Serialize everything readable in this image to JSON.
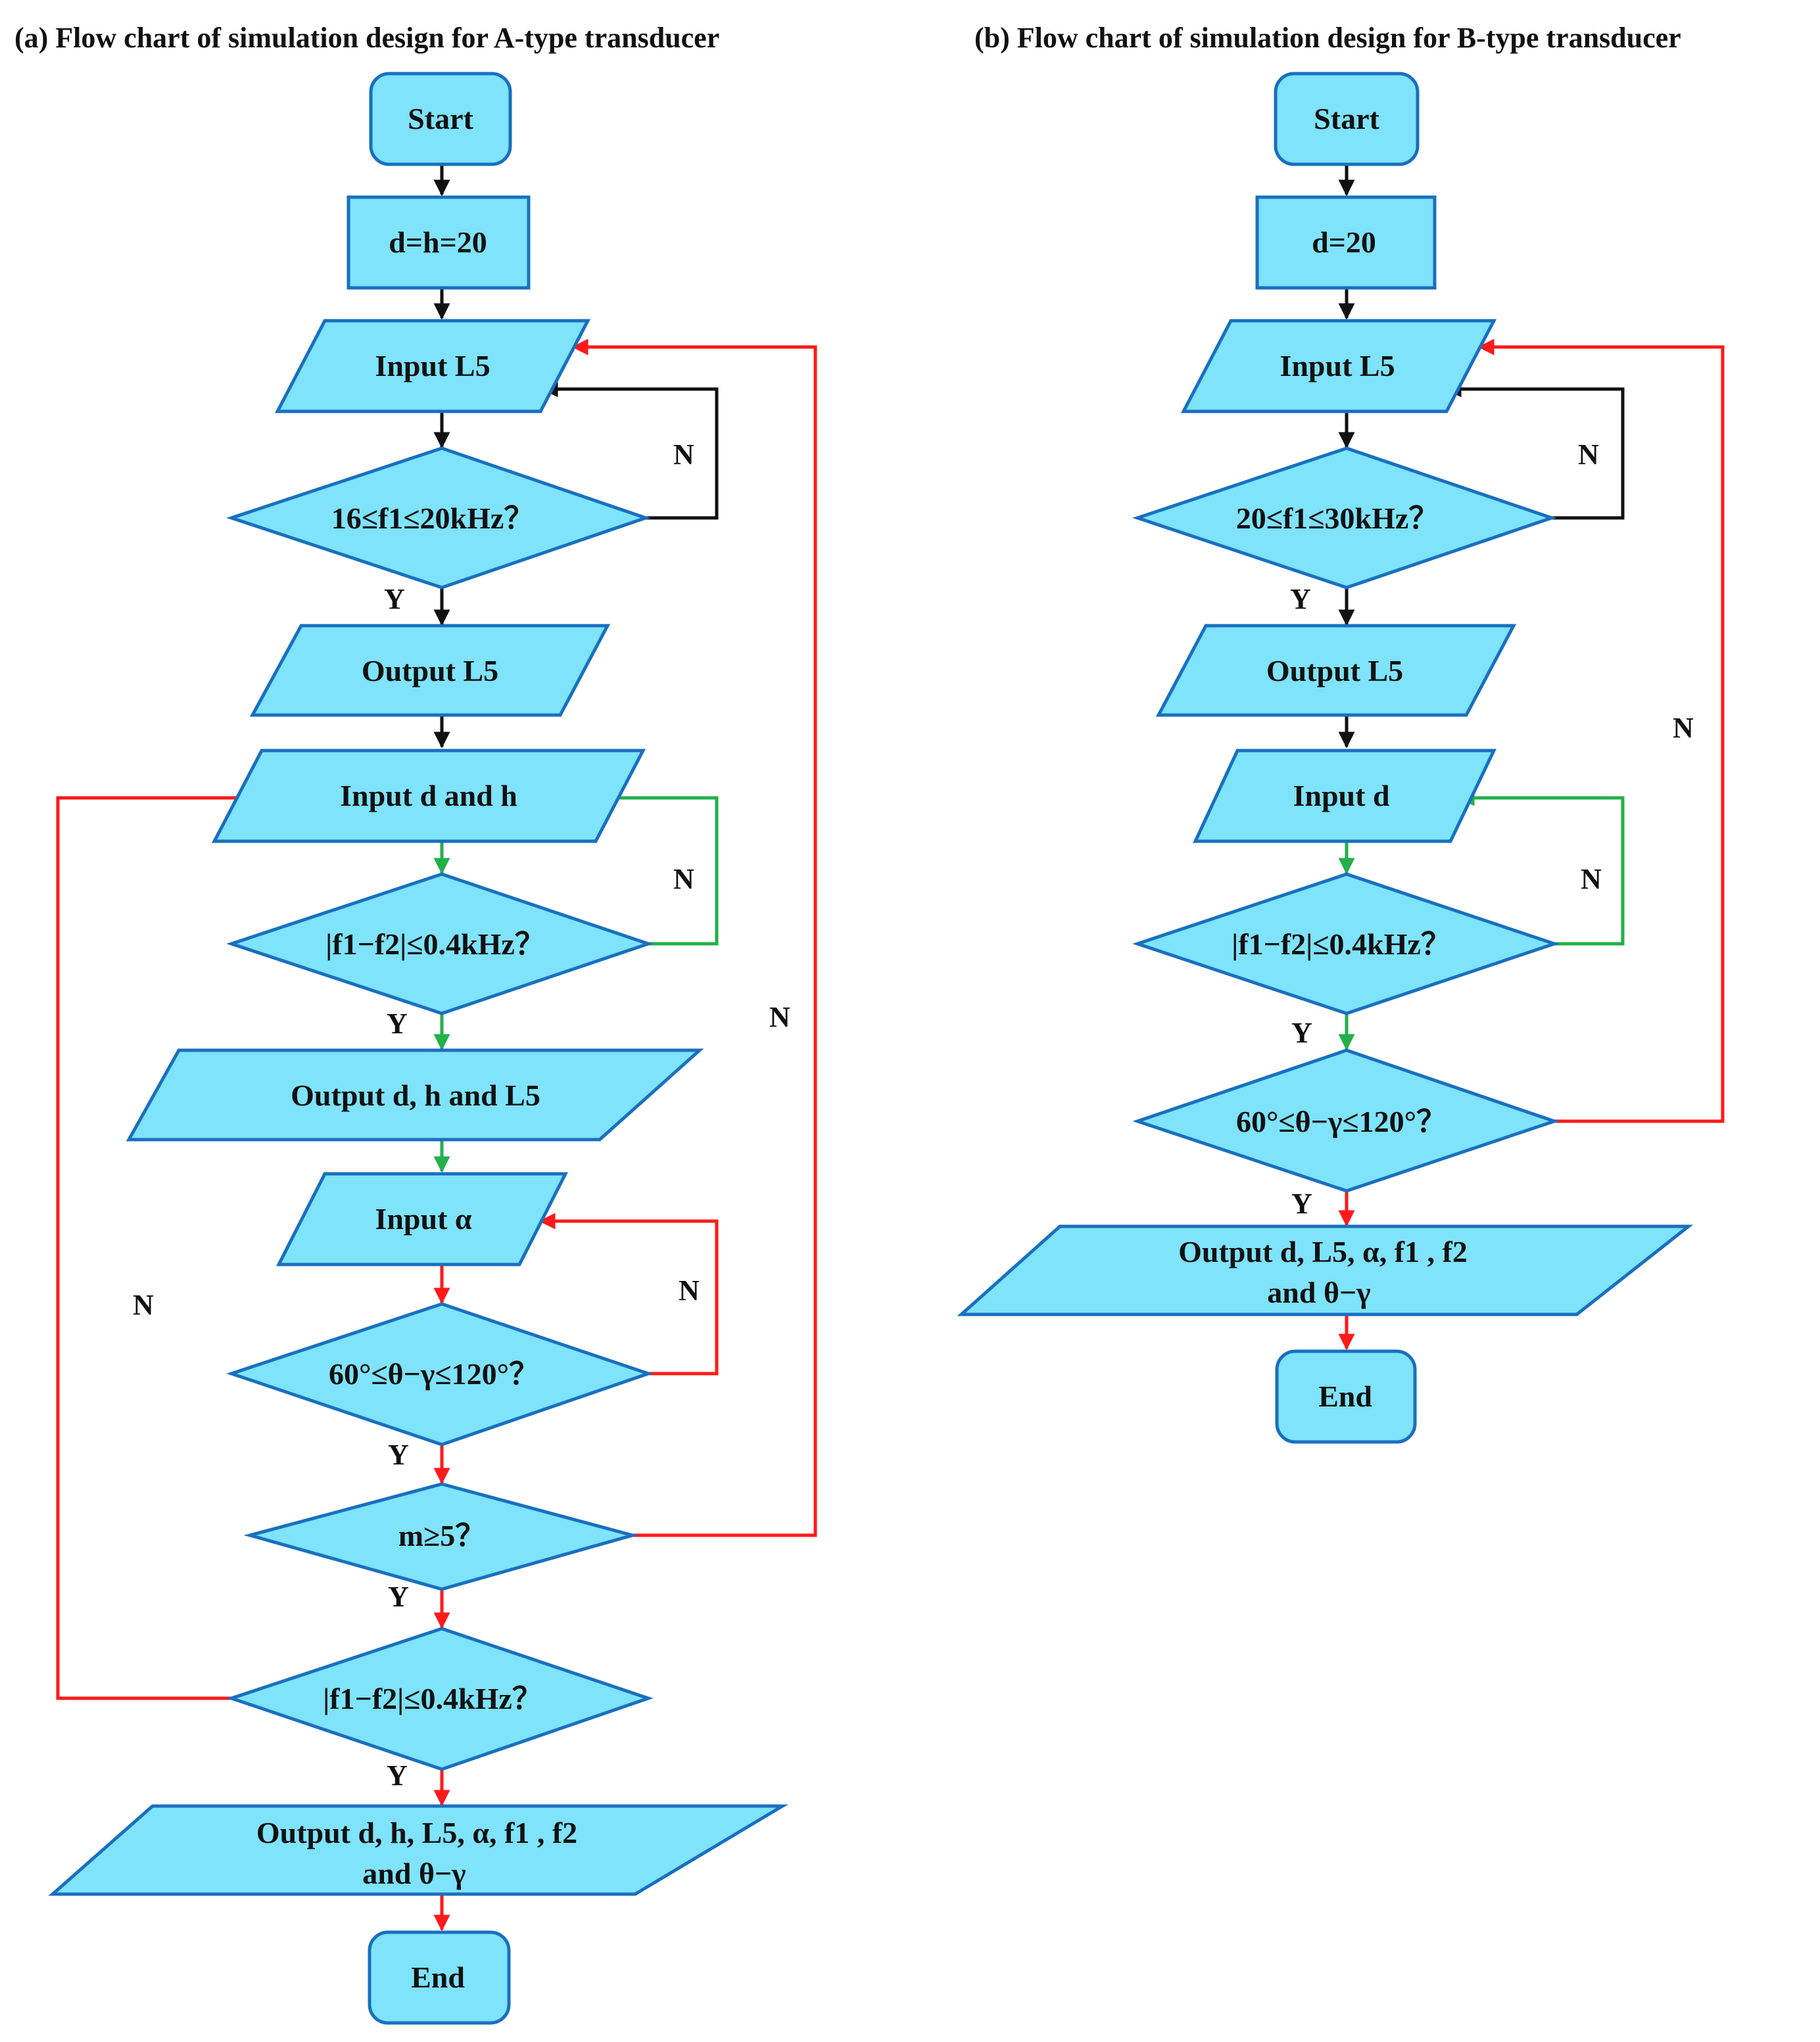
{
  "colors": {
    "shape_fill": "#7ee3fb",
    "shape_stroke": "#1a6fbf",
    "arrow_black": "#111111",
    "arrow_red": "#ff1a1a",
    "arrow_green": "#22b04a"
  },
  "panel_a": {
    "title": "(a) Flow chart of simulation design for  A-type transducer",
    "nodes": {
      "start": "Start",
      "init": "d=h=20",
      "input_l5": "Input L5",
      "cond_f1": "16≤f1≤20kHz？",
      "output_l5": "Output L5",
      "input_dh": "Input d and h",
      "cond_df": "|f1−f2|≤0.4kHz？",
      "output_dhl5": "Output d, h and L5",
      "input_alpha": "Input α",
      "cond_angle": "60°≤θ−γ≤120°？",
      "cond_m": "m≥5？",
      "cond_df2": "|f1−f2|≤0.4kHz？",
      "output_all_line1": "Output d, h, L5, α, f1 , f2",
      "output_all_line2": "and θ−γ",
      "end": "End"
    },
    "labels": {
      "n1": "N",
      "y1": "Y",
      "n2": "N",
      "y2": "Y",
      "n3": "N",
      "y3": "Y",
      "n4": "N",
      "y4": "Y",
      "n5": "N",
      "y5": "Y"
    }
  },
  "panel_b": {
    "title": "(b) Flow chart of simulation design for  B-type transducer",
    "nodes": {
      "start": "Start",
      "init": "d=20",
      "input_l5": "Input L5",
      "cond_f1": "20≤f1≤30kHz？",
      "output_l5": "Output L5",
      "input_d": "Input d",
      "cond_df": "|f1−f2|≤0.4kHz？",
      "cond_angle": "60°≤θ−γ≤120°？",
      "output_all_line1": "Output d, L5, α, f1 , f2",
      "output_all_line2": "and θ−γ",
      "end": "End"
    },
    "labels": {
      "n1": "N",
      "y1": "Y",
      "n2": "N",
      "y2": "Y",
      "n3": "N",
      "y3": "Y"
    }
  }
}
